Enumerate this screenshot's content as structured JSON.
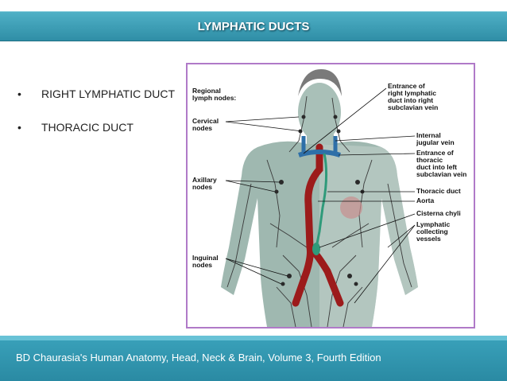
{
  "slide": {
    "title": "LYMPHATIC DUCTS",
    "bullets": [
      "RIGHT LYMPHATIC DUCT",
      "THORACIC DUCT"
    ],
    "footer": "BD Chaurasia's Human Anatomy, Head, Neck & Brain, Volume 3, Fourth Edition"
  },
  "figure": {
    "labels_left": {
      "regional_line1": "Regional",
      "regional_line2": "lymph nodes:",
      "cervical_line1": "Cervical",
      "cervical_line2": "nodes",
      "axillary_line1": "Axillary",
      "axillary_line2": "nodes",
      "inguinal_line1": "Inguinal",
      "inguinal_line2": "nodes"
    },
    "labels_right": {
      "entrance_r_line1": "Entrance of",
      "entrance_r_line2": "right lymphatic",
      "entrance_r_line3": "duct into right",
      "entrance_r_line4": "subclavian vein",
      "internal_line1": "Internal",
      "internal_line2": "jugular vein",
      "entrance_t_line1": "Entrance of",
      "entrance_t_line2": "thoracic",
      "entrance_t_line3": "duct into left",
      "entrance_t_line4": "subclavian vein",
      "thoracic_duct": "Thoracic duct",
      "aorta": "Aorta",
      "cisterna": "Cisterna chyli",
      "lymphatic_line1": "Lymphatic",
      "lymphatic_line2": "collecting",
      "lymphatic_line3": "vessels"
    },
    "colors": {
      "border": "#b07ac8",
      "skin": "#9fb8b0",
      "skin_light": "#c2d2cc",
      "hair": "#7a7a7a",
      "vessels": "#3a3a3a",
      "aorta": "#9c1b1b",
      "duct": "#2f9a7a",
      "vein": "#2e6fa8"
    }
  },
  "theme": {
    "title_bar": "#3aa0b9",
    "footer": "#2a8aa3"
  }
}
